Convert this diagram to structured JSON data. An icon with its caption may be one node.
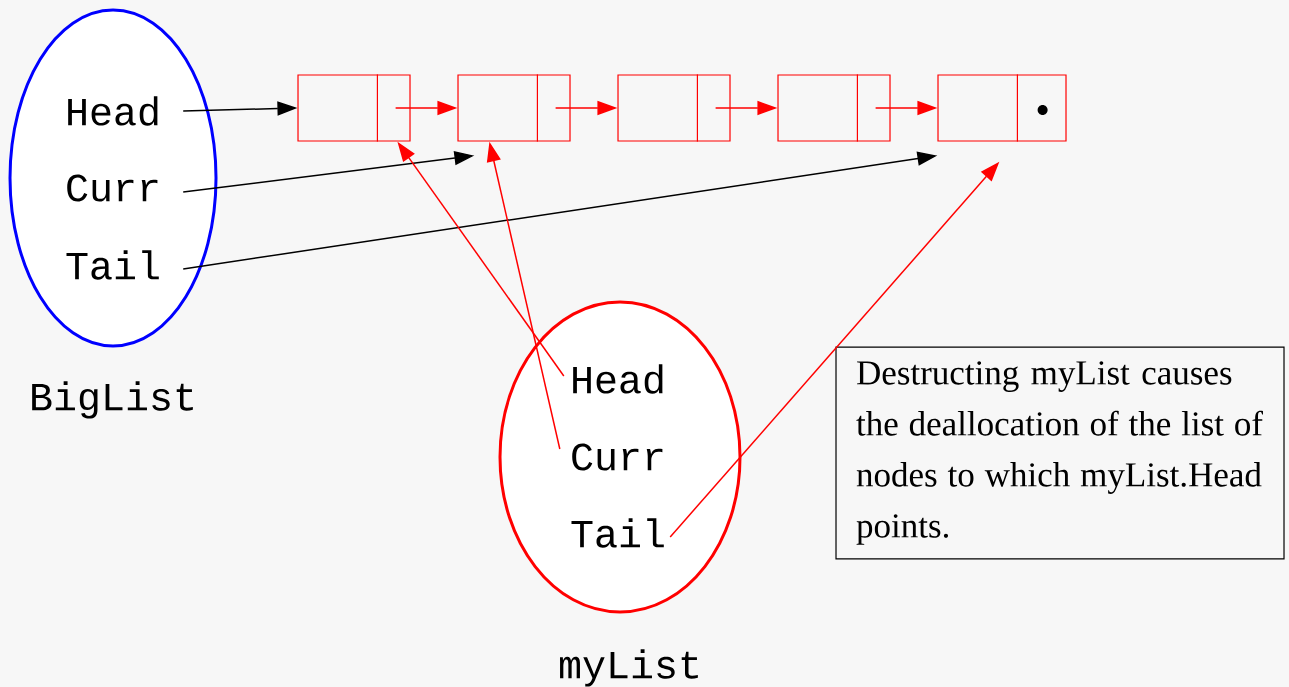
{
  "diagram": {
    "nodes": [
      {
        "text": [],
        "shape": "ellipse",
        "beside": [
          "BigList"
        ]
      },
      {
        "text": [
          "Head"
        ],
        "in": 0
      },
      {
        "text": [
          "Curr"
        ],
        "in": 0
      },
      {
        "text": [
          "Tail"
        ],
        "in": 0
      },
      {
        "text": [],
        "shape": "ellipse",
        "beside": [
          "myList"
        ]
      },
      {
        "text": [
          "Head"
        ],
        "in": 4
      },
      {
        "text": [
          "Curr"
        ],
        "in": 4
      },
      {
        "text": [
          "Tail"
        ],
        "in": 4
      },
      {
        "text": [],
        "shape": "box"
      },
      {
        "text": [],
        "shape": "box"
      },
      {
        "text": [],
        "shape": "box"
      },
      {
        "text": [],
        "shape": "box"
      },
      {
        "text": [],
        "shape": "box"
      },
      {
        "text": [
          "Destructing myList causes the deallocation of the list of nodes to which myList.Head points."
        ]
      }
    ],
    "edges": [
      {
        "from": 1,
        "to": 8,
        "arrow": "to",
        "color": "#000000"
      },
      {
        "from": 2,
        "to": 9,
        "arrow": "to",
        "color": "#000000"
      },
      {
        "from": 3,
        "to": 12,
        "arrow": "to",
        "color": "#000000"
      },
      {
        "from": 8,
        "to": 9,
        "arrow": "to"
      },
      {
        "from": 9,
        "to": 10,
        "arrow": "to"
      },
      {
        "from": 10,
        "to": 11,
        "arrow": "to"
      },
      {
        "from": 11,
        "to": 12,
        "arrow": "to"
      },
      {
        "from": 5,
        "to": 8,
        "arrow": "to"
      },
      {
        "from": 6,
        "to": 9,
        "arrow": "to"
      },
      {
        "from": 7,
        "to": 12,
        "arrow": "to"
      }
    ]
  }
}
